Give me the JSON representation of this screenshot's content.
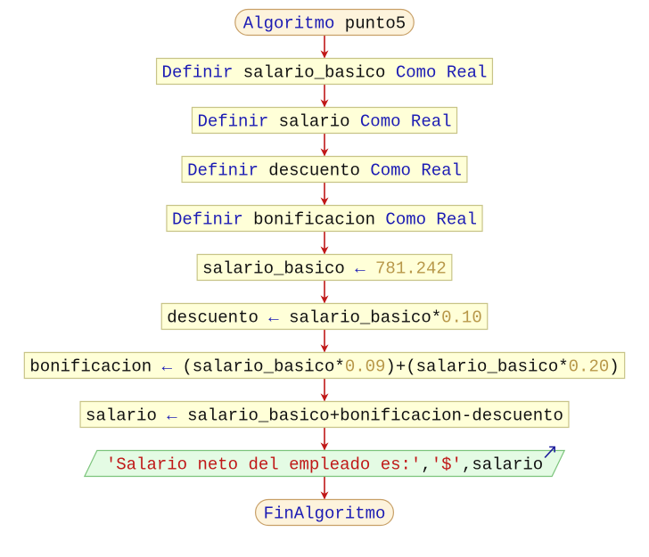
{
  "colors": {
    "keyword": "#1c1cb4",
    "text": "#111111",
    "number": "#b8984a",
    "string": "#c01818",
    "arrow": "#c01818",
    "box_fill": "#ffffd8",
    "box_stroke": "#c8c488",
    "io_fill": "#e4fbe4",
    "io_stroke": "#7cc47c",
    "terminal_fill": "#fdf3dc",
    "terminal_stroke": "#c8a068",
    "output_arrow": "#1c1c9c"
  },
  "nodes": [
    {
      "kind": "terminal",
      "parts": [
        {
          "t": "Algoritmo",
          "c": "keyword"
        },
        {
          "t": " punto5",
          "c": "text"
        }
      ]
    },
    {
      "kind": "process",
      "parts": [
        {
          "t": "Definir",
          "c": "keyword"
        },
        {
          "t": " salario_basico ",
          "c": "text"
        },
        {
          "t": "Como Real",
          "c": "keyword"
        }
      ]
    },
    {
      "kind": "process",
      "parts": [
        {
          "t": "Definir",
          "c": "keyword"
        },
        {
          "t": " salario ",
          "c": "text"
        },
        {
          "t": "Como Real",
          "c": "keyword"
        }
      ]
    },
    {
      "kind": "process",
      "parts": [
        {
          "t": "Definir",
          "c": "keyword"
        },
        {
          "t": " descuento ",
          "c": "text"
        },
        {
          "t": "Como Real",
          "c": "keyword"
        }
      ]
    },
    {
      "kind": "process",
      "parts": [
        {
          "t": "Definir",
          "c": "keyword"
        },
        {
          "t": " bonificacion ",
          "c": "text"
        },
        {
          "t": "Como Real",
          "c": "keyword"
        }
      ]
    },
    {
      "kind": "process",
      "parts": [
        {
          "t": "salario_basico ",
          "c": "text"
        },
        {
          "t": "←",
          "c": "keyword"
        },
        {
          "t": " 781.242",
          "c": "number"
        }
      ]
    },
    {
      "kind": "process",
      "parts": [
        {
          "t": "descuento ",
          "c": "text"
        },
        {
          "t": "←",
          "c": "keyword"
        },
        {
          "t": " salario_basico*",
          "c": "text"
        },
        {
          "t": "0.10",
          "c": "number"
        }
      ]
    },
    {
      "kind": "process",
      "parts": [
        {
          "t": "bonificacion ",
          "c": "text"
        },
        {
          "t": "←",
          "c": "keyword"
        },
        {
          "t": " (salario_basico*",
          "c": "text"
        },
        {
          "t": "0.09",
          "c": "number"
        },
        {
          "t": ")+(salario_basico*",
          "c": "text"
        },
        {
          "t": "0.20",
          "c": "number"
        },
        {
          "t": ")",
          "c": "text"
        }
      ]
    },
    {
      "kind": "process",
      "parts": [
        {
          "t": "salario ",
          "c": "text"
        },
        {
          "t": "←",
          "c": "keyword"
        },
        {
          "t": " salario_basico+bonificacion-descuento",
          "c": "text"
        }
      ]
    },
    {
      "kind": "output",
      "parts": [
        {
          "t": "'Salario neto del empleado es:'",
          "c": "string"
        },
        {
          "t": ",",
          "c": "text"
        },
        {
          "t": "'$'",
          "c": "string"
        },
        {
          "t": ",salario",
          "c": "text"
        }
      ]
    },
    {
      "kind": "terminal",
      "parts": [
        {
          "t": "FinAlgoritmo",
          "c": "keyword"
        }
      ]
    }
  ]
}
